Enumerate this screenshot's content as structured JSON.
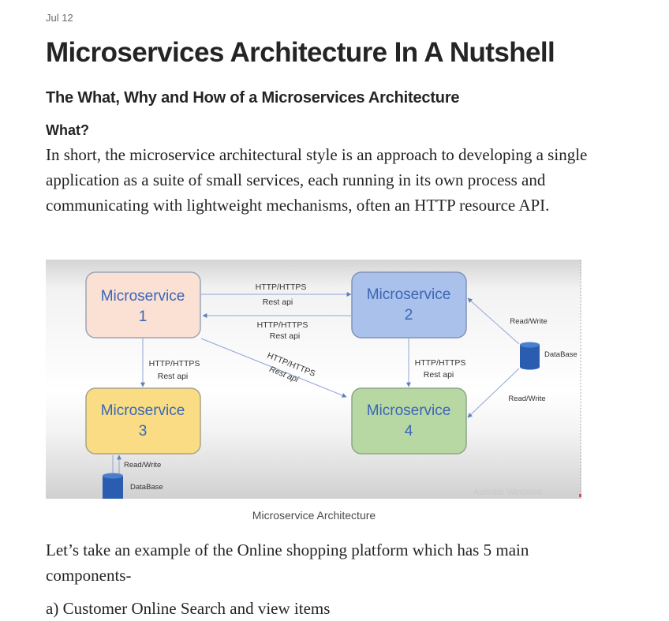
{
  "article": {
    "date": "Jul 12",
    "title": "Microservices Architecture In A Nutshell",
    "subtitle": "The What, Why and How of a Microservices Architecture",
    "what_heading": "What?",
    "what_paragraph": "In short, the microservice architectural style is an approach to developing a single application as a suite of small services, each running in its own process and communicating with lightweight mechanisms, often an HTTP resource API.",
    "example_paragraph": "Let’s take an example of the Online shopping platform which has 5 main components-",
    "list_item_a": "a) Customer Online Search and view items"
  },
  "figure": {
    "caption": "Microservice Architecture",
    "services": {
      "s1": {
        "name": "Microservice",
        "num": "1"
      },
      "s2": {
        "name": "Microservice",
        "num": "2"
      },
      "s3": {
        "name": "Microservice",
        "num": "3"
      },
      "s4": {
        "name": "Microservice",
        "num": "4"
      }
    },
    "links": {
      "s1_s2_top_proto": "HTTP/HTTPS",
      "s1_s2_top_api": "Rest api",
      "s2_s1_bottom_proto": "HTTP/HTTPS",
      "s2_s1_bottom_api": "Rest api",
      "s1_s3_proto": "HTTP/HTTPS",
      "s1_s3_api": "Rest api",
      "s1_s4_proto": "HTTP/HTTPS",
      "s1_s4_api": "Rest api",
      "s2_s4_proto": "HTTP/HTTPS",
      "s2_s4_api": "Rest api",
      "db_s2_rw": "Read/Write",
      "db_s4_rw": "Read/Write",
      "s3_db_rw": "Read/Write"
    },
    "databases": {
      "right": "DataBase",
      "bottom": "DataBase"
    },
    "watermark": "Activate Windows",
    "colors": {
      "s1_fill": "#fbe0d4",
      "s2_fill": "#a9c1eb",
      "s3_fill": "#f9dc84",
      "s4_fill": "#b8d8a3",
      "service_text": "#3a66b5",
      "database": "#2a5db0",
      "arrow": "#7f98c9"
    }
  }
}
